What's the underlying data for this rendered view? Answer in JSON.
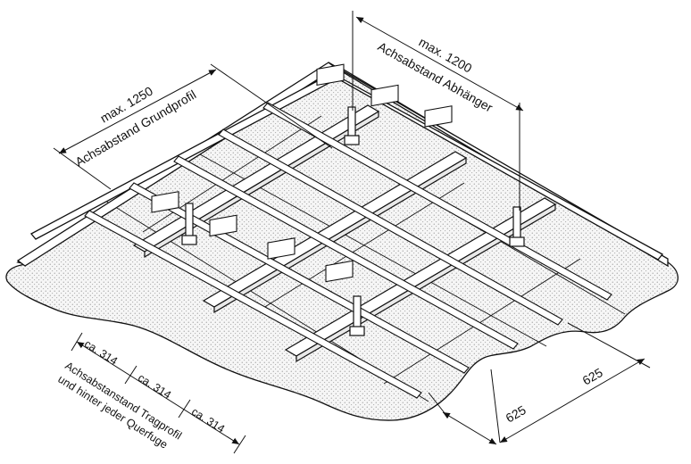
{
  "colors": {
    "line": "#111111",
    "board_fill": "#f4f4f4",
    "stipple": "#7a7a7a",
    "profile_fill": "#ffffff"
  },
  "dim_base_profile": {
    "value": "max. 1250",
    "caption": "Achsabstand Grundprofil"
  },
  "dim_hanger": {
    "value": "max. 1200",
    "caption": "Achsabstand Abhänger"
  },
  "dim_support": {
    "values": [
      "ca. 314",
      "ca. 314",
      "ca. 314"
    ],
    "caption_line1": "Achsabstanstand Tragprofil",
    "caption_line2": "und hinter jeder Querfuge"
  },
  "dim_board": {
    "width": "625",
    "length": "625"
  }
}
